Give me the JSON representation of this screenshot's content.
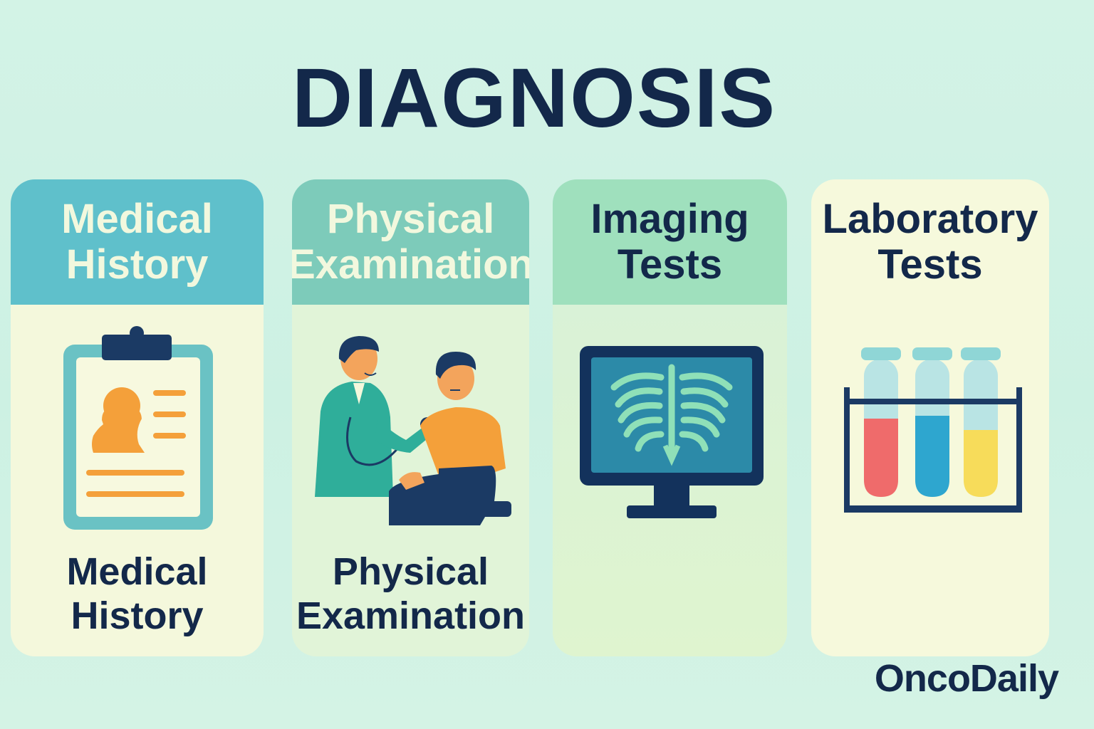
{
  "title": "DIAGNOSIS",
  "cards": [
    {
      "header_line1": "Medical",
      "header_line2": "History",
      "caption_line1": "Medical",
      "caption_line2": "History",
      "illustration": "clipboard-icon"
    },
    {
      "header_line1": "Physical",
      "header_line2": "Examination",
      "caption_line1": "Physical",
      "caption_line2": "Examination",
      "illustration": "doctor-patient-icon"
    },
    {
      "header_line1": "Imaging",
      "header_line2": "Tests",
      "illustration": "xray-monitor-icon"
    },
    {
      "header_line1": "Laboratory",
      "header_line2": "Tests",
      "illustration": "test-tubes-icon"
    }
  ],
  "brand": "OncoDaily",
  "colors": {
    "background": "#d3f3e6",
    "text": "#13284a",
    "card1_header": "#5fc0cb",
    "card2_header": "#7dcbba",
    "card3_header": "#9fe0bd",
    "card4_background": "#f6f9dc",
    "accent_orange": "#f4a03a",
    "tube_red": "#ef6b6b",
    "tube_blue": "#2ea6cf",
    "tube_yellow": "#f7dc5a"
  }
}
